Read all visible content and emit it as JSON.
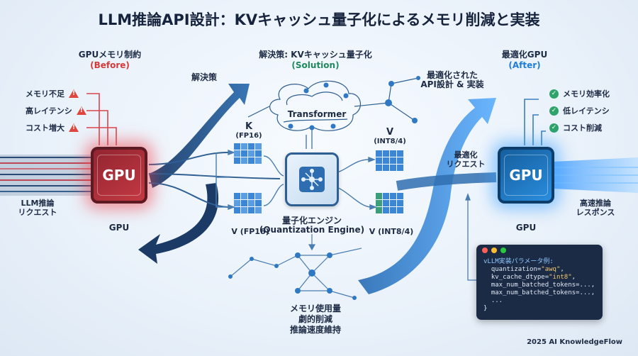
{
  "title": "LLM推論API設計：KVキャッシュ量子化によるメモリ削減と実装",
  "left_section": {
    "header": "GPUメモリ制約",
    "subheader": "(Before)",
    "issues": [
      "メモリ不足",
      "高レイテンシ",
      "コスト増大"
    ],
    "chip_label": "GPU",
    "caption": "GPU",
    "input_label": "LLM推論\nリクエスト"
  },
  "center_section": {
    "header": "解決策: KVキャッシュ量子化",
    "subheader": "(Solution)",
    "arrow_label": "解決策",
    "transformer_label": "Transformer",
    "k_label": "K",
    "k_precision": "(FP16)",
    "v_fp16_label": "V (FP16)",
    "v_label": "V",
    "v_precision": "(INT8/4)",
    "v_int_label": "V (INT8/4)",
    "engine_label": "量子化エンジン",
    "engine_sub": "(Quantization Engine)",
    "bottom_labels": [
      "メモリ使用量",
      "劇的削減",
      "推論速度維持"
    ]
  },
  "right_section": {
    "header": "最適化GPU",
    "subheader": "(After)",
    "arrow_label_top": "最適化された\nAPI設計 & 実装",
    "request_label": "最適化\nリクエスト",
    "benefits": [
      "メモリ効率化",
      "低レイテンシ",
      "コスト削減"
    ],
    "chip_label": "GPU",
    "caption": "GPU",
    "output_label": "高速推論\nレスポンス"
  },
  "code_panel": {
    "heading": "vLLM実装パラメータ例:",
    "line1_key": "quantization=",
    "line1_val": "\"awq\"",
    "line1_end": ",",
    "line2_key": "kv_cache_dtype=",
    "line2_val": "\"int8\"",
    "line2_end": ",",
    "line3": "max_num_batched_tokens=...,",
    "line4": "max_num_batched_tokens=...,",
    "line5": "...",
    "line6": "}"
  },
  "credit": "2025 AI KnowledgeFlow",
  "colors": {
    "before_red": "#d33a3a",
    "solution_green": "#1f8a5c",
    "after_blue": "#1f7ed6",
    "flow_dark": "#1f4f84"
  }
}
